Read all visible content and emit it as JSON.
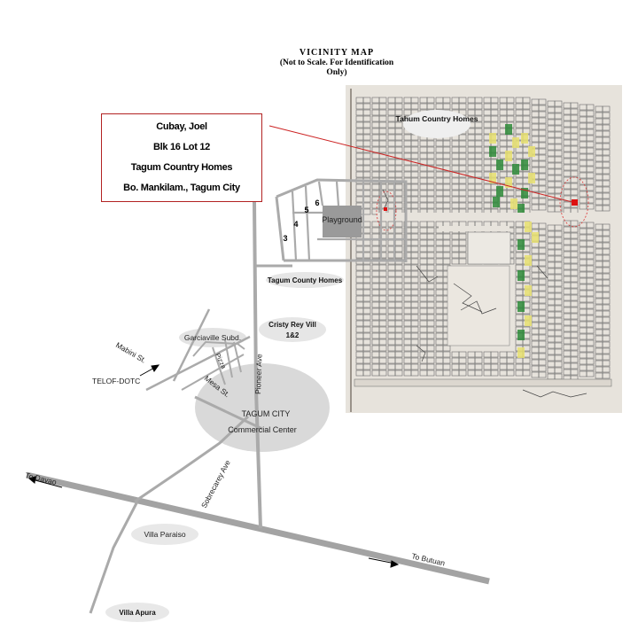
{
  "title": {
    "line1": "VICINITY MAP",
    "note": "(Not to Scale. For Identification Only)"
  },
  "info_box": {
    "name": "Cubay, Joel",
    "lot": "Blk 16 Lot 12",
    "subdivision": "Tagum Country Homes",
    "address": "Bo. Mankilam., Tagum City"
  },
  "labels": {
    "plan_subdivision": "Tahum Country Homes",
    "playground": "Playground",
    "block_3": "3",
    "block_4": "4",
    "block_5": "5",
    "block_6": "6",
    "tagum_country_homes": "Tagum County Homes",
    "crisly_rey": "Cristy Rey Vill",
    "crisly_rey_num": "1&2",
    "garciaville": "Garciaville Subd.",
    "mabini": "Mabini St.",
    "telof": "TELOF-DOTC",
    "pizza": "Pizza",
    "mesa": "Mesa St.",
    "pioneer": "Pioneer Ave",
    "tagum_city": "TAGUM CITY",
    "commercial": "Commercial Center",
    "sobrecarey": "Sobrecarey Ave",
    "to_davao": "To Davao",
    "to_butuan": "To Butuan",
    "villa_paraiso": "Villa Paraiso",
    "villa_apura": "Villa Apura"
  },
  "colors": {
    "road": "#aaaaaa",
    "highway": "#a3a3a3",
    "box_border": "#b22222",
    "pointer_line": "#cc2222",
    "marker": "#dd1111",
    "plan_paper": "#e7e3dc",
    "plan_ink": "#555555",
    "lot_green": "#2e8b3a",
    "lot_yellow": "#e8e070",
    "commercial_ellipse": "#d9d9d9",
    "playground_fill": "#9a9a9a"
  }
}
